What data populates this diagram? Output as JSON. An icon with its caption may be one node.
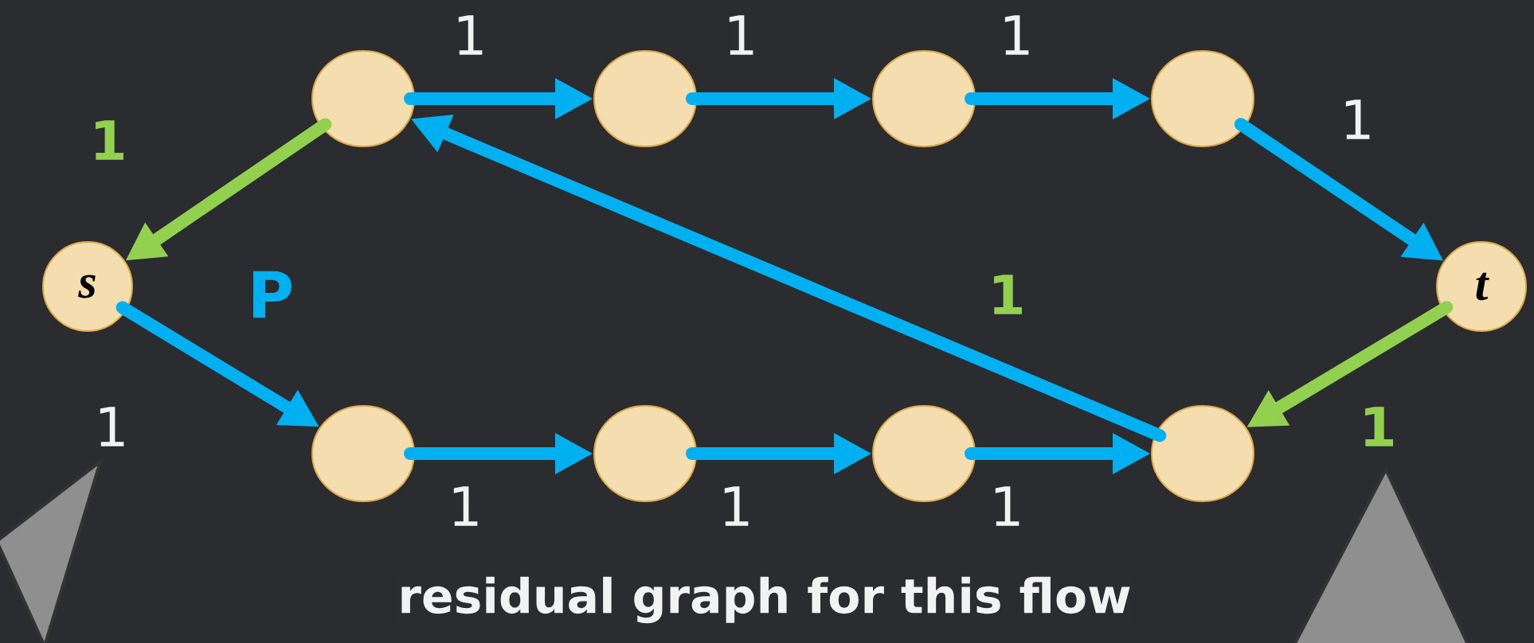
{
  "diagram": {
    "caption": "residual graph for this flow",
    "nodes": [
      {
        "text": [
          "s"
        ]
      },
      {
        "text": [
          "t"
        ]
      },
      {
        "text": [],
        "shape": "circle"
      },
      {
        "text": [],
        "shape": "circle"
      },
      {
        "text": [],
        "shape": "circle"
      },
      {
        "text": [],
        "shape": "circle"
      },
      {
        "text": [],
        "shape": "circle"
      },
      {
        "text": [],
        "shape": "circle"
      },
      {
        "text": [],
        "shape": "circle"
      },
      {
        "text": [],
        "shape": "circle"
      }
    ],
    "edges": [
      {
        "from": 2,
        "to": 0,
        "arrow": "to",
        "label": "1",
        "color": "#92d050"
      },
      {
        "from": 2,
        "to": 3,
        "arrow": "to",
        "label": "1"
      },
      {
        "from": 3,
        "to": 4,
        "arrow": "to",
        "label": "1"
      },
      {
        "from": 4,
        "to": 5,
        "arrow": "to",
        "label": "1"
      },
      {
        "from": 5,
        "to": 1,
        "arrow": "to",
        "label": "1"
      },
      {
        "from": 9,
        "to": 2,
        "arrow": "to",
        "label": "1"
      },
      {
        "from": 0,
        "to": 6,
        "arrow": "to",
        "label": "1"
      },
      {
        "from": 1,
        "to": 9,
        "arrow": "to",
        "label": "1",
        "color": "#92d050"
      },
      {
        "from": 6,
        "to": 7,
        "arrow": "to",
        "label": "1"
      },
      {
        "from": 7,
        "to": 8,
        "arrow": "to",
        "label": "1"
      },
      {
        "from": 8,
        "to": 9,
        "arrow": "to",
        "label": "1"
      }
    ],
    "labels": [
      "P"
    ]
  }
}
